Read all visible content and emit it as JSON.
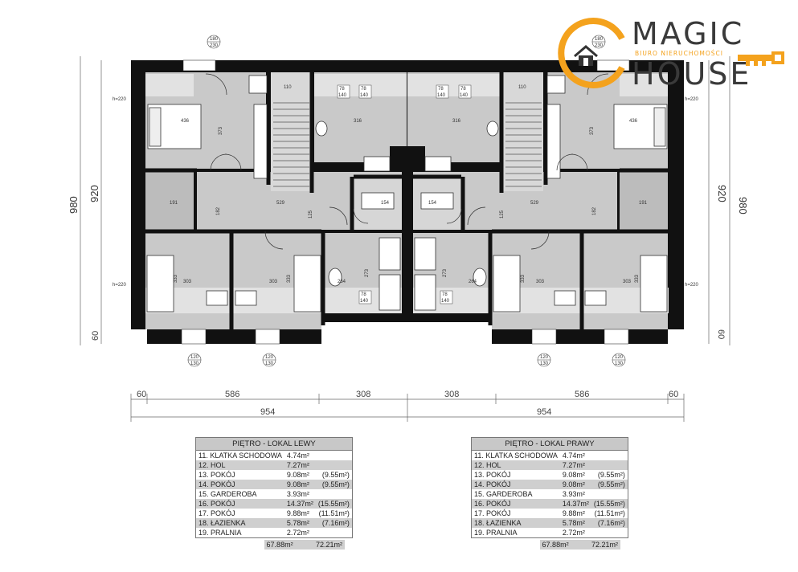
{
  "logo": {
    "line1": "MAGIC",
    "line2": "HOUSE",
    "subtitle": "BIURO NIERUCHOMOŚCI",
    "accent_color": "#f4a21d",
    "icons": [
      "house-icon",
      "key-icon"
    ]
  },
  "dimensions": {
    "bottom_row1": [
      "60",
      "586",
      "308",
      "308",
      "586",
      "60"
    ],
    "bottom_row2": [
      "954",
      "954"
    ],
    "left_outer": "980",
    "left_inner": "920",
    "left_bottom": "60",
    "right_outer": "980",
    "right_inner": "920",
    "right_bottom": "60",
    "window_labels": [
      {
        "top": "180",
        "bottom": "230"
      },
      {
        "top": "180",
        "bottom": "230"
      },
      {
        "top": "120",
        "bottom": "130"
      },
      {
        "top": "120",
        "bottom": "130"
      },
      {
        "top": "120",
        "bottom": "130"
      },
      {
        "top": "120",
        "bottom": "130"
      }
    ],
    "skylight_labels": [
      {
        "top": "78",
        "bottom": "140"
      },
      {
        "top": "78",
        "bottom": "140"
      },
      {
        "top": "78",
        "bottom": "140"
      },
      {
        "top": "78",
        "bottom": "140"
      },
      {
        "top": "78",
        "bottom": "140"
      },
      {
        "top": "78",
        "bottom": "140"
      }
    ],
    "room_dims": [
      "436",
      "373",
      "110",
      "316",
      "316",
      "110",
      "373",
      "436",
      "191",
      "529",
      "154",
      "154",
      "529",
      "191",
      "303",
      "303",
      "303",
      "303",
      "333",
      "333",
      "333",
      "333",
      "264",
      "264",
      "273",
      "273",
      "125",
      "125",
      "182",
      "182"
    ],
    "height_marks": [
      "h=220",
      "h=220",
      "h=220",
      "h=220"
    ]
  },
  "tables": [
    {
      "title": "PIĘTRO - LOKAL LEWY",
      "rows": [
        {
          "name": "11. KLATKA SCHODOWA",
          "area": "4.74m²",
          "alt": ""
        },
        {
          "name": "12. HOL",
          "area": "7.27m²",
          "alt": ""
        },
        {
          "name": "13. POKÓJ",
          "area": "9.08m²",
          "alt": "(9.55m²)"
        },
        {
          "name": "14. POKÓJ",
          "area": "9.08m²",
          "alt": "(9.55m²)"
        },
        {
          "name": "15. GARDEROBA",
          "area": "3.93m²",
          "alt": ""
        },
        {
          "name": "16. POKÓJ",
          "area": "14.37m²",
          "alt": "(15.55m²)"
        },
        {
          "name": "17. POKÓJ",
          "area": "9.88m²",
          "alt": "(11.51m²)"
        },
        {
          "name": "18. ŁAZIENKA",
          "area": "5.78m²",
          "alt": "(7.16m²)"
        },
        {
          "name": "19. PRALNIA",
          "area": "2.72m²",
          "alt": ""
        }
      ],
      "total": {
        "area": "67.88m²",
        "alt": "72.21m²"
      }
    },
    {
      "title": "PIĘTRO - LOKAL PRAWY",
      "rows": [
        {
          "name": "11. KLATKA SCHODOWA",
          "area": "4.74m²",
          "alt": ""
        },
        {
          "name": "12. HOL",
          "area": "7.27m²",
          "alt": ""
        },
        {
          "name": "13. POKÓJ",
          "area": "9.08m²",
          "alt": "(9.55m²)"
        },
        {
          "name": "14. POKÓJ",
          "area": "9.08m²",
          "alt": "(9.55m²)"
        },
        {
          "name": "15. GARDEROBA",
          "area": "3.93m²",
          "alt": ""
        },
        {
          "name": "16. POKÓJ",
          "area": "14.37m²",
          "alt": "(15.55m²)"
        },
        {
          "name": "17. POKÓJ",
          "area": "9.88m²",
          "alt": "(11.51m²)"
        },
        {
          "name": "18. ŁAZIENKA",
          "area": "5.78m²",
          "alt": "(7.16m²)"
        },
        {
          "name": "19. PRALNIA",
          "area": "2.72m²",
          "alt": ""
        }
      ],
      "total": {
        "area": "67.88m²",
        "alt": "72.21m²"
      }
    }
  ]
}
